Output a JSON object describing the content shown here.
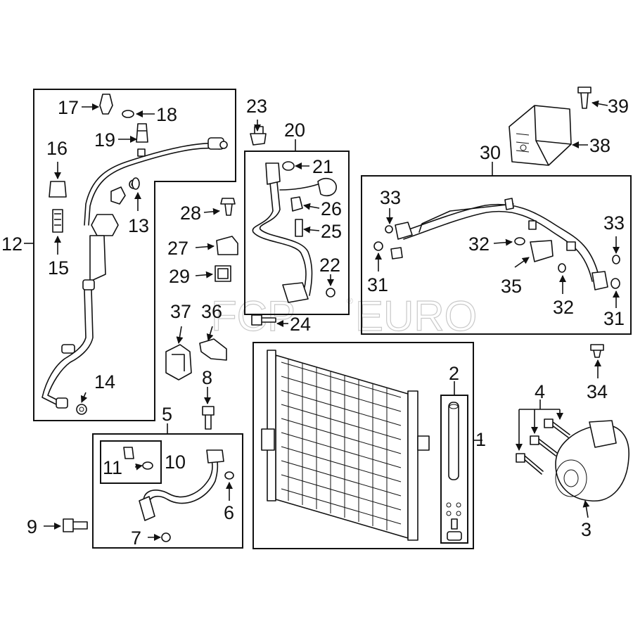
{
  "diagram": {
    "watermark": {
      "brand": "FCP",
      "word": "EURO",
      "mark": "®"
    },
    "callouts": [
      "1",
      "2",
      "3",
      "4",
      "5",
      "6",
      "7",
      "8",
      "9",
      "10",
      "11",
      "12",
      "13",
      "14",
      "15",
      "16",
      "17",
      "18",
      "19",
      "20",
      "21",
      "22",
      "23",
      "24",
      "25",
      "26",
      "27",
      "28",
      "29",
      "30",
      "31",
      "32",
      "33",
      "34",
      "35",
      "36",
      "37",
      "38",
      "39"
    ],
    "accent_color": "#111111",
    "watermark_color": "#c9c9c9"
  }
}
